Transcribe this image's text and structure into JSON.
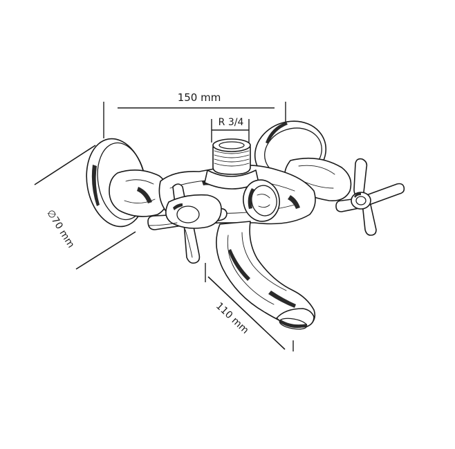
{
  "dimensions": {
    "width": "150 mm",
    "thread": "R 3/4",
    "diameter": "∅70 mm",
    "spout_length": "110 mm"
  },
  "colors": {
    "line": "#1a1a1a",
    "background": "#ffffff"
  }
}
